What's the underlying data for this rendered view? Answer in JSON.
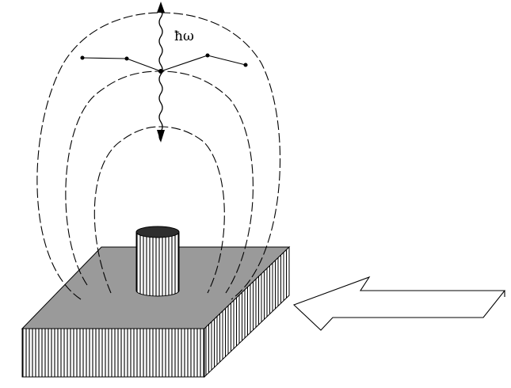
{
  "figure": {
    "photon_label": "ħω",
    "colors": {
      "ink": "#000000",
      "plate_top": "#9a9a9a",
      "pillar_top": "#2e2e2e",
      "background": "#ffffff"
    },
    "elements": [
      "substrate-plate",
      "cylindrical-pillar",
      "dipole-field-lines",
      "emitted-photon-arrow",
      "incoming-beam-arrow"
    ]
  }
}
